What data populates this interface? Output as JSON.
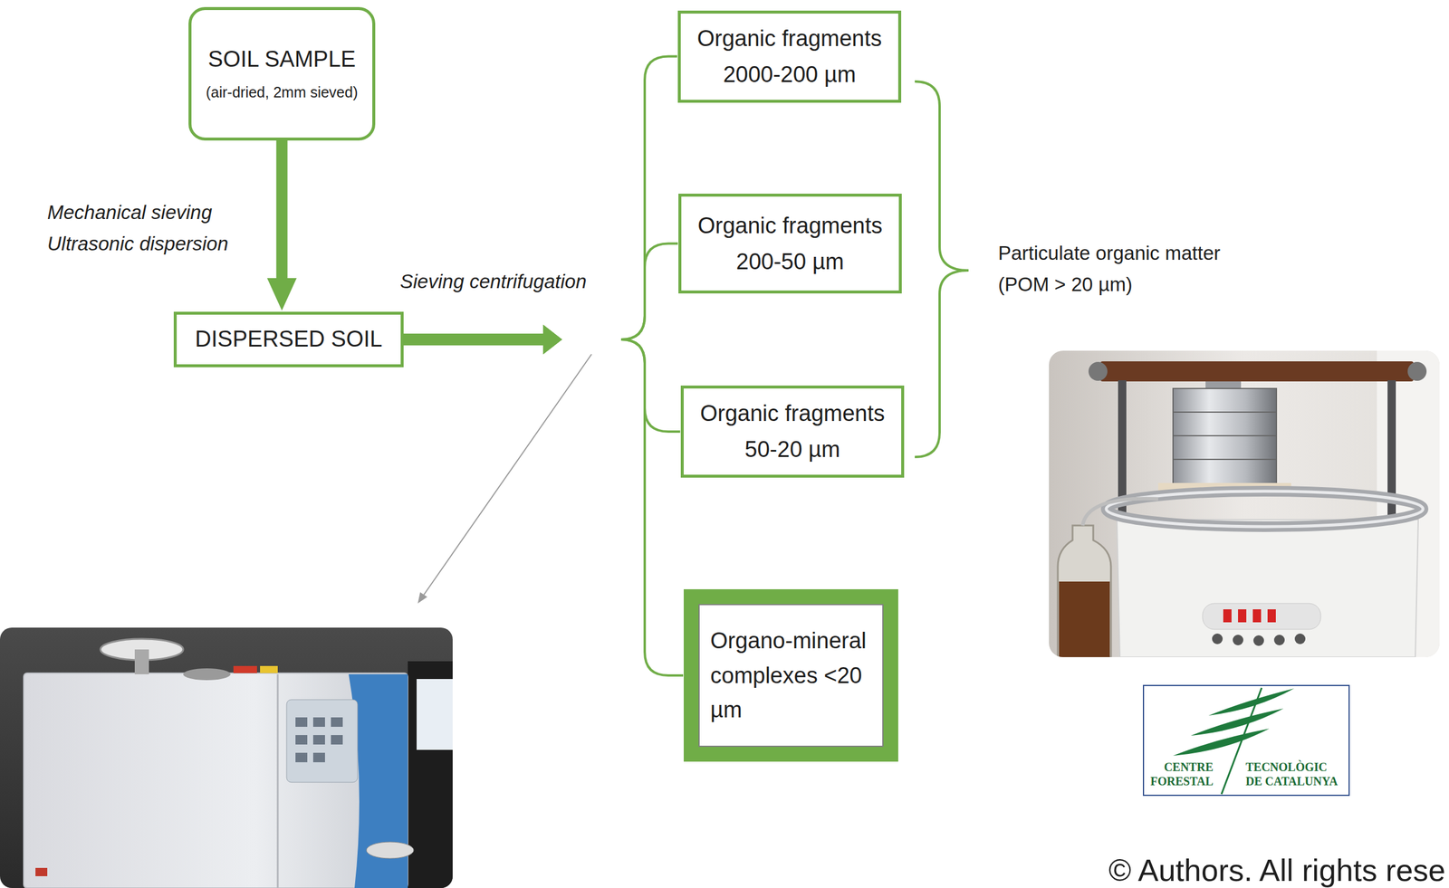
{
  "diagram": {
    "nodes": [
      {
        "text": [
          "SOIL SAMPLE",
          "(air-dried, 2mm sieved)"
        ]
      },
      {
        "text": [
          "DISPERSED SOIL"
        ]
      },
      {
        "text": [
          "Organic fragments 2000-200 µm"
        ]
      },
      {
        "text": [
          "Organic fragments 200-50 µm"
        ]
      },
      {
        "text": [
          "Organic fragments 50-20 µm"
        ]
      },
      {
        "text": [
          "Organo-mineral complexes <20 µm"
        ]
      },
      {
        "text": [
          "CENTRE FORESTAL",
          "TECNOLÒGIC DE CATALUNYA"
        ]
      }
    ],
    "edges": [
      {
        "from": 0,
        "to": 1,
        "arrow": "to",
        "label": "Mechanical sieving Ultrasonic dispersion"
      },
      {
        "from": 1,
        "to": 2,
        "arrow": "to",
        "label": "Sieving centrifugation"
      },
      {
        "from": 1,
        "to": 3,
        "arrow": "to"
      },
      {
        "from": 1,
        "to": 4,
        "arrow": "to"
      },
      {
        "from": 1,
        "to": 5,
        "arrow": "to"
      }
    ],
    "labels": [
      "Particulate organic matter (POM > 20 µm)",
      "© Authors. All rights rese"
    ]
  }
}
